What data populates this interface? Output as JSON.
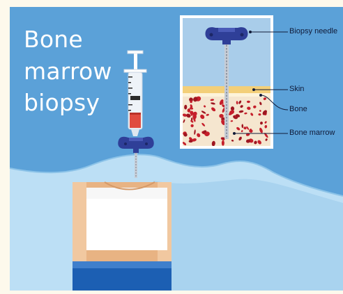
{
  "title": {
    "lines": [
      "Bone",
      "marrow",
      "biopsy"
    ]
  },
  "callouts": {
    "needle": "Biopsy needle",
    "skin": "Skin",
    "bone": "Bone",
    "marrow": "Bone marrow"
  },
  "colors": {
    "background_blue": "#5ba1d8",
    "skin_blue": "#bcdff5",
    "skin_tan": "#f1c8a0",
    "bone_beige": "#f5e6cf",
    "marrow_red": "#c51f2b",
    "needle_handle": "#2f3f98",
    "syringe_plunger": "#e04b3f"
  }
}
